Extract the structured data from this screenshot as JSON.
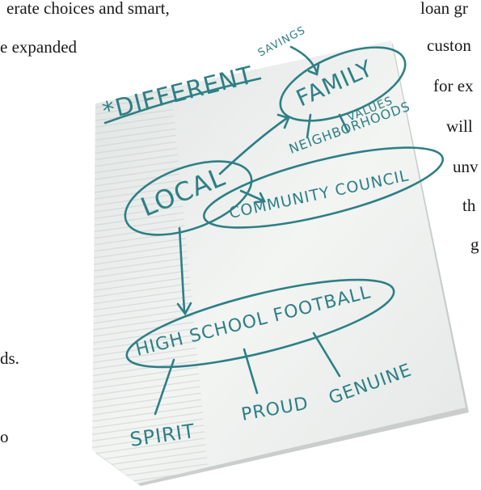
{
  "page_text": {
    "left_lines": [
      "erate choices and smart,",
      "e expanded",
      "ds.",
      "o"
    ],
    "right_lines": [
      "loan gr",
      "custon",
      "for ex",
      "will",
      "unv",
      "th",
      "g"
    ]
  },
  "napkin": {
    "heading": "*DIFFERENT",
    "heading_note": "SAVINGS",
    "bubbles": {
      "family": "FAMILY",
      "local": "LOCAL",
      "council": "COMMUNITY COUNCIL",
      "football": "HIGH SCHOOL FOOTBALL"
    },
    "branches": {
      "values": "VALUES",
      "neighborhoods": "NEIGHBORHOODS",
      "spirit": "SPIRIT",
      "proud": "PROUD",
      "genuine": "GENUINE"
    },
    "colors": {
      "ink": "#2e7f86",
      "paper": "#eef1ef",
      "shadow": "#c9cecd"
    }
  }
}
